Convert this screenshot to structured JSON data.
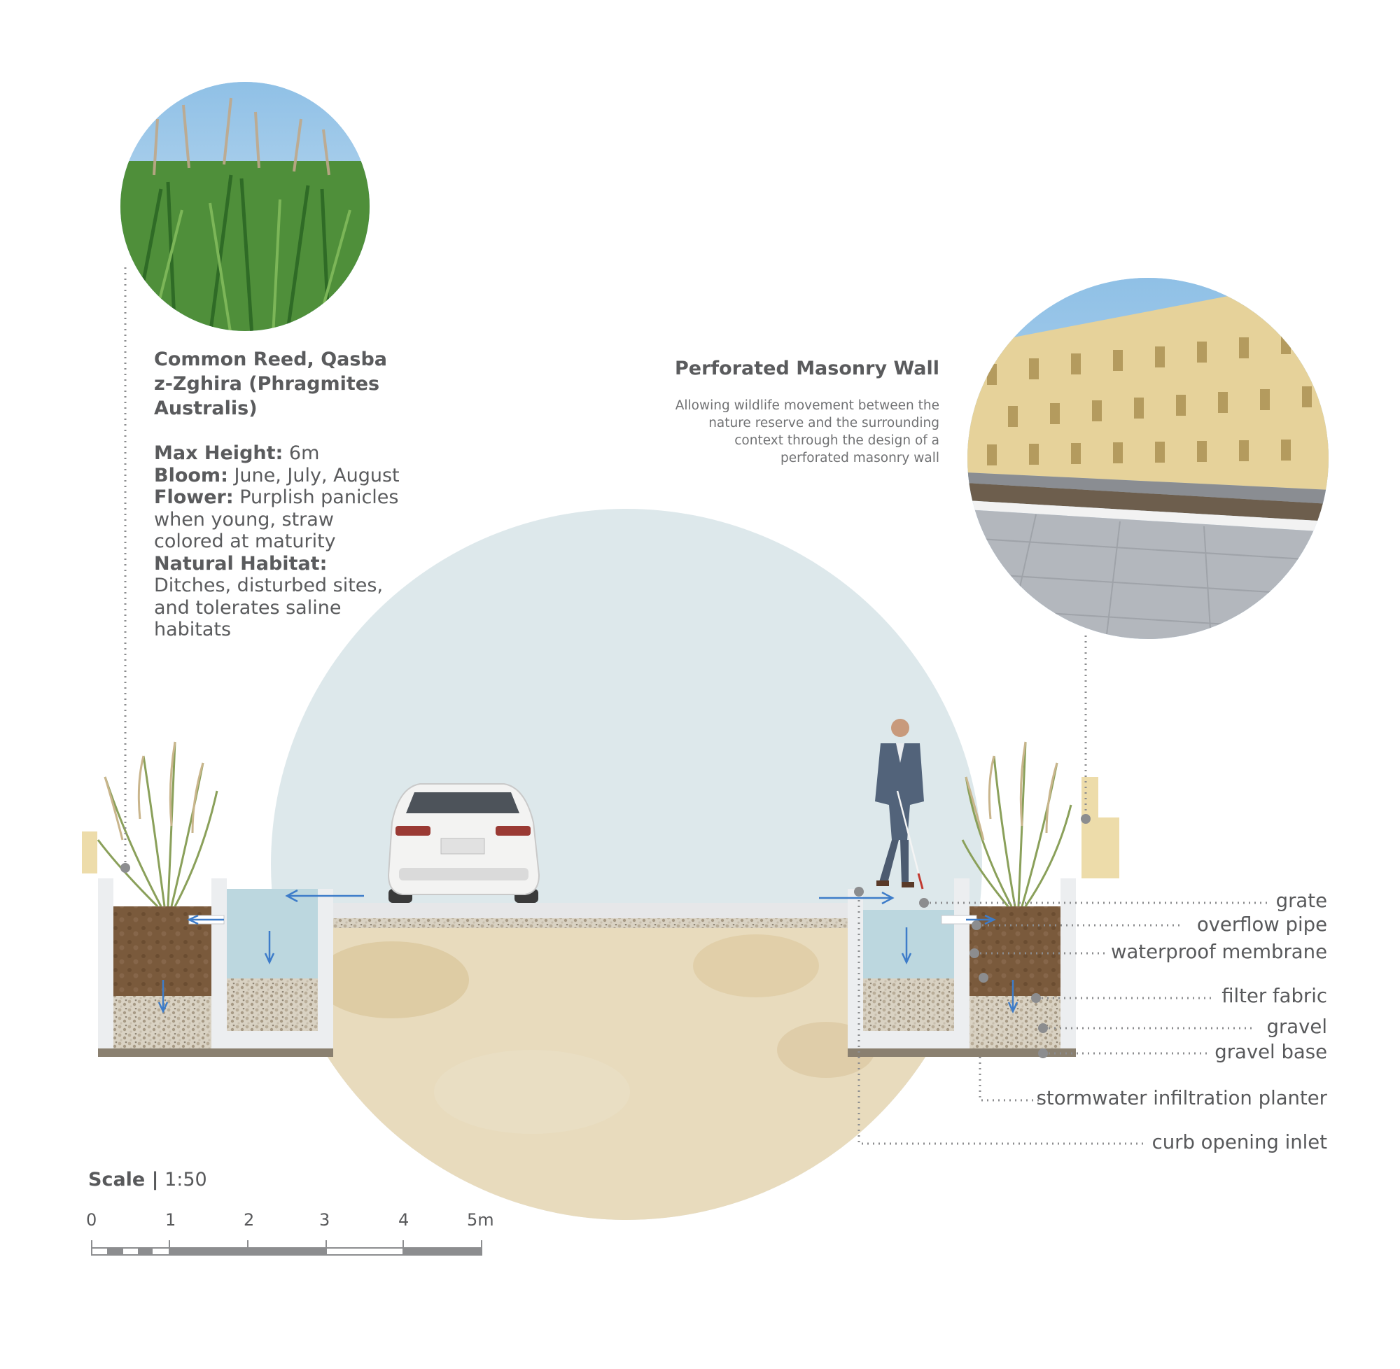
{
  "plant": {
    "title": "Common Reed, Qasba z-Zghira (Phragmites Australis)",
    "specs": [
      {
        "label": "Max Height:",
        "value": "6m"
      },
      {
        "label": "Bloom:",
        "value": "June, July, August"
      },
      {
        "label": "Flower:",
        "value": "Purplish panicles when young, straw colored at maturity"
      },
      {
        "label": "Natural Habitat:",
        "value": "Ditches, disturbed sites, and tolerates saline habitats"
      }
    ]
  },
  "wall": {
    "title": "Perforated Masonry Wall",
    "description": "Allowing wildlife movement between the nature reserve  and the surrounding context through the design of a perforated masonry wall"
  },
  "callouts": [
    "grate",
    "overflow pipe",
    "waterproof membrane",
    "filter fabric",
    "gravel",
    "gravel base",
    "stormwater infiltration planter",
    "curb opening inlet"
  ],
  "scale": {
    "label": "Scale |",
    "ratio": "1:50",
    "ticks": [
      "0",
      "1",
      "2",
      "3",
      "4",
      "5m"
    ]
  },
  "colors": {
    "text": "#58595b",
    "sky_circle": "#dde8eb",
    "water": "#bcd7df",
    "arrow": "#3d7cc9",
    "soil": "#7a5a3c",
    "ground": "#e7d8b6"
  }
}
